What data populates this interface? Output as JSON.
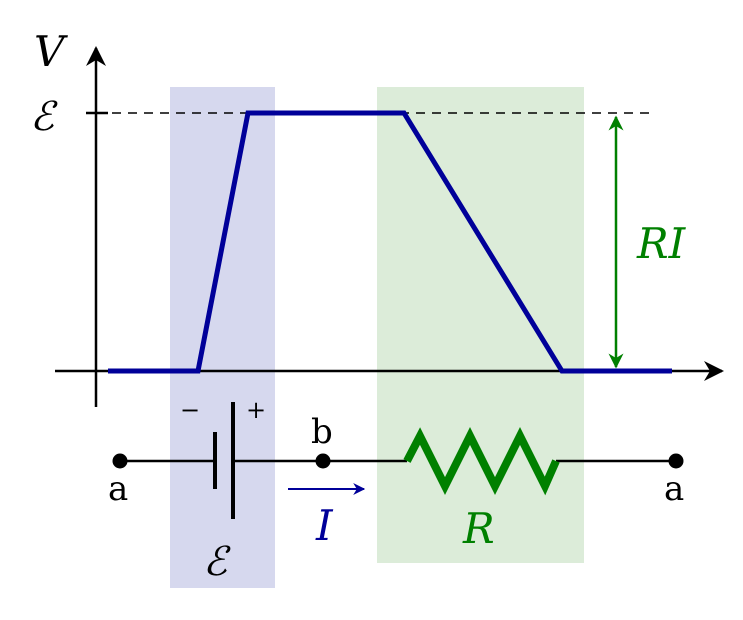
{
  "axes": {
    "y_label": "V",
    "emf_tick_label": "ℰ"
  },
  "regions": {
    "battery_region_color": "#d6d8ee",
    "resistor_region_color": "#dcecd9"
  },
  "potential_curve": {
    "color": "#000099"
  },
  "voltage_drop": {
    "label": "RI",
    "color": "#008000"
  },
  "circuit": {
    "node_left_label": "a",
    "node_mid_label": "b",
    "node_right_label": "a",
    "battery": {
      "minus_label": "−",
      "plus_label": "+",
      "emf_label": "ℰ"
    },
    "current": {
      "label": "I",
      "color": "#000099"
    },
    "resistor": {
      "label": "R",
      "color": "#008000"
    }
  }
}
